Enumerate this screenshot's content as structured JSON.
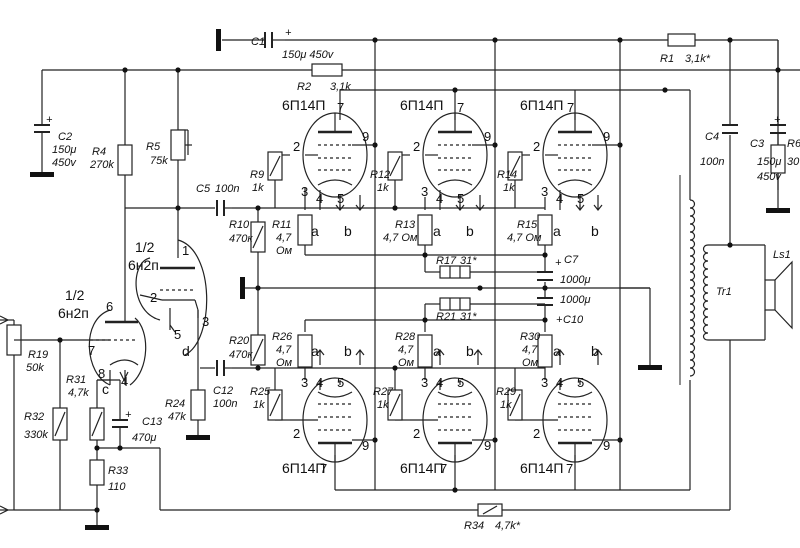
{
  "components": {
    "C1": {
      "ref": "C1",
      "value": "150μ 450v"
    },
    "C2": {
      "ref": "C2",
      "value1": "150μ",
      "value2": "450v"
    },
    "C3": {
      "ref": "C3",
      "value1": "150μ",
      "value2": "450v"
    },
    "C4": {
      "ref": "C4",
      "value": "100n"
    },
    "C5": {
      "ref": "C5",
      "value": "100n"
    },
    "C7": {
      "ref": "C7",
      "value": "1000μ"
    },
    "C10": {
      "ref": "C10",
      "value": "1000μ"
    },
    "C12": {
      "ref": "C12",
      "value": "100n"
    },
    "C13": {
      "ref": "C13",
      "value": "470μ"
    },
    "R1": {
      "ref": "R1",
      "value": "3,1k*"
    },
    "R2": {
      "ref": "R2",
      "value": "3,1k"
    },
    "R4": {
      "ref": "R4",
      "value": "270k"
    },
    "R5": {
      "ref": "R5",
      "value": "75k"
    },
    "R6": {
      "ref": "R6",
      "value": "30"
    },
    "R9": {
      "ref": "R9",
      "value": "1k"
    },
    "R10": {
      "ref": "R10",
      "value": "470к"
    },
    "R11": {
      "ref": "R11",
      "value1": "4,7",
      "value2": "Ом"
    },
    "R12": {
      "ref": "R12",
      "value": "1k"
    },
    "R13": {
      "ref": "R13",
      "value": "4,7 Ом"
    },
    "R14": {
      "ref": "R14",
      "value": "1k"
    },
    "R15": {
      "ref": "R15",
      "value": "4,7 Ом"
    },
    "R17": {
      "ref": "R17",
      "value": "31*"
    },
    "R19": {
      "ref": "R19",
      "value": "50k"
    },
    "R20": {
      "ref": "R20",
      "value": "470к"
    },
    "R21": {
      "ref": "R21",
      "value": "31*"
    },
    "R24": {
      "ref": "R24",
      "value": "47k"
    },
    "R25": {
      "ref": "R25",
      "value": "1k"
    },
    "R26": {
      "ref": "R26",
      "value1": "4,7",
      "value2": "Ом"
    },
    "R27": {
      "ref": "R27",
      "value": "1k"
    },
    "R28": {
      "ref": "R28",
      "value1": "4,7",
      "value2": "Ом"
    },
    "R29": {
      "ref": "R29",
      "value": "1k"
    },
    "R30": {
      "ref": "R30",
      "value1": "4,7",
      "value2": "Ом"
    },
    "R31": {
      "ref": "R31",
      "value": "4,7k"
    },
    "R32": {
      "ref": "R32",
      "value": "330k"
    },
    "R33": {
      "ref": "R33",
      "value": "110"
    },
    "R34": {
      "ref": "R34",
      "value": "4,7k*"
    },
    "Tr1": {
      "ref": "Tr1"
    },
    "Ls1": {
      "ref": "Ls1"
    }
  },
  "tubes": {
    "power_tube": "6П14П",
    "driver_half": "1/2",
    "driver_tube": "6н2п"
  },
  "pins": {
    "p1": "1",
    "p2": "2",
    "p3": "3",
    "p4": "4",
    "p5": "5",
    "p6": "6",
    "p7": "7",
    "p8": "8",
    "p9": "9"
  },
  "nets": {
    "a": "a",
    "b": "b",
    "c": "c",
    "d": "d"
  },
  "colors": {
    "line": "#222222",
    "background": "#ffffff"
  }
}
